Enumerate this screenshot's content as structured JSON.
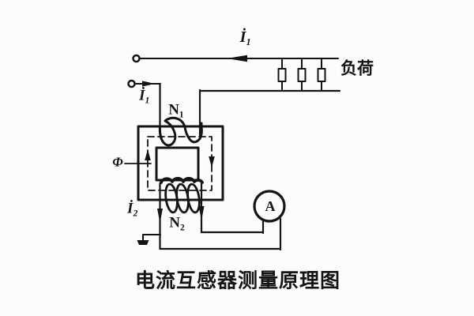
{
  "title": "电流互感器测量原理图",
  "labels": {
    "primary_current_line": "İ₁",
    "primary_current_input": "İ₁",
    "primary_turns": "N₁",
    "secondary_turns": "N₂",
    "secondary_current": "İ₂",
    "flux": "Φ",
    "load": "负荷",
    "ammeter_letter": "A"
  },
  "components": {
    "load_resistor_count": 3,
    "terminals": 2,
    "meter": "ammeter",
    "core": "transformer-core",
    "flux_path": "dashed-loop"
  },
  "colors": {
    "line": "#141414",
    "background": "#fcfcfc"
  }
}
